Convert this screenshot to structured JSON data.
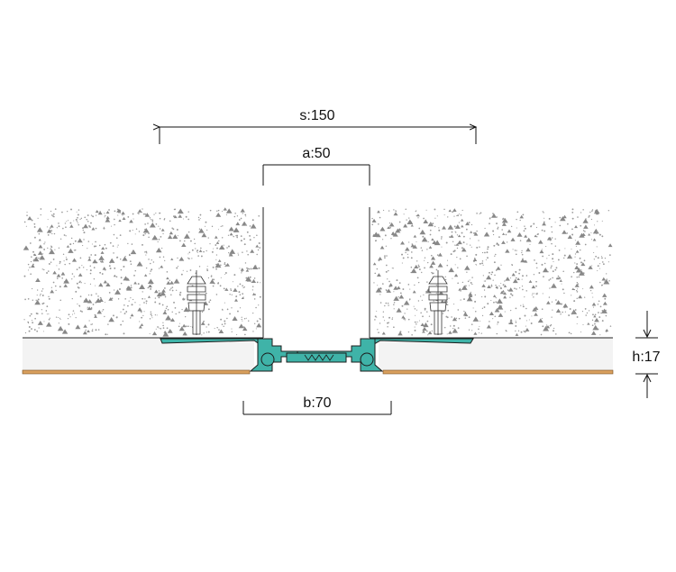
{
  "dimensions": {
    "s": "s:150",
    "a": "a:50",
    "b": "b:70",
    "h": "h:17"
  },
  "colors": {
    "profile": "#3fb3a8",
    "profile_stroke": "#1c1c1c",
    "floor_finish": "#d9a05e",
    "concrete_dots": "#8a8a8a",
    "bedding": "#f1f1f1"
  }
}
